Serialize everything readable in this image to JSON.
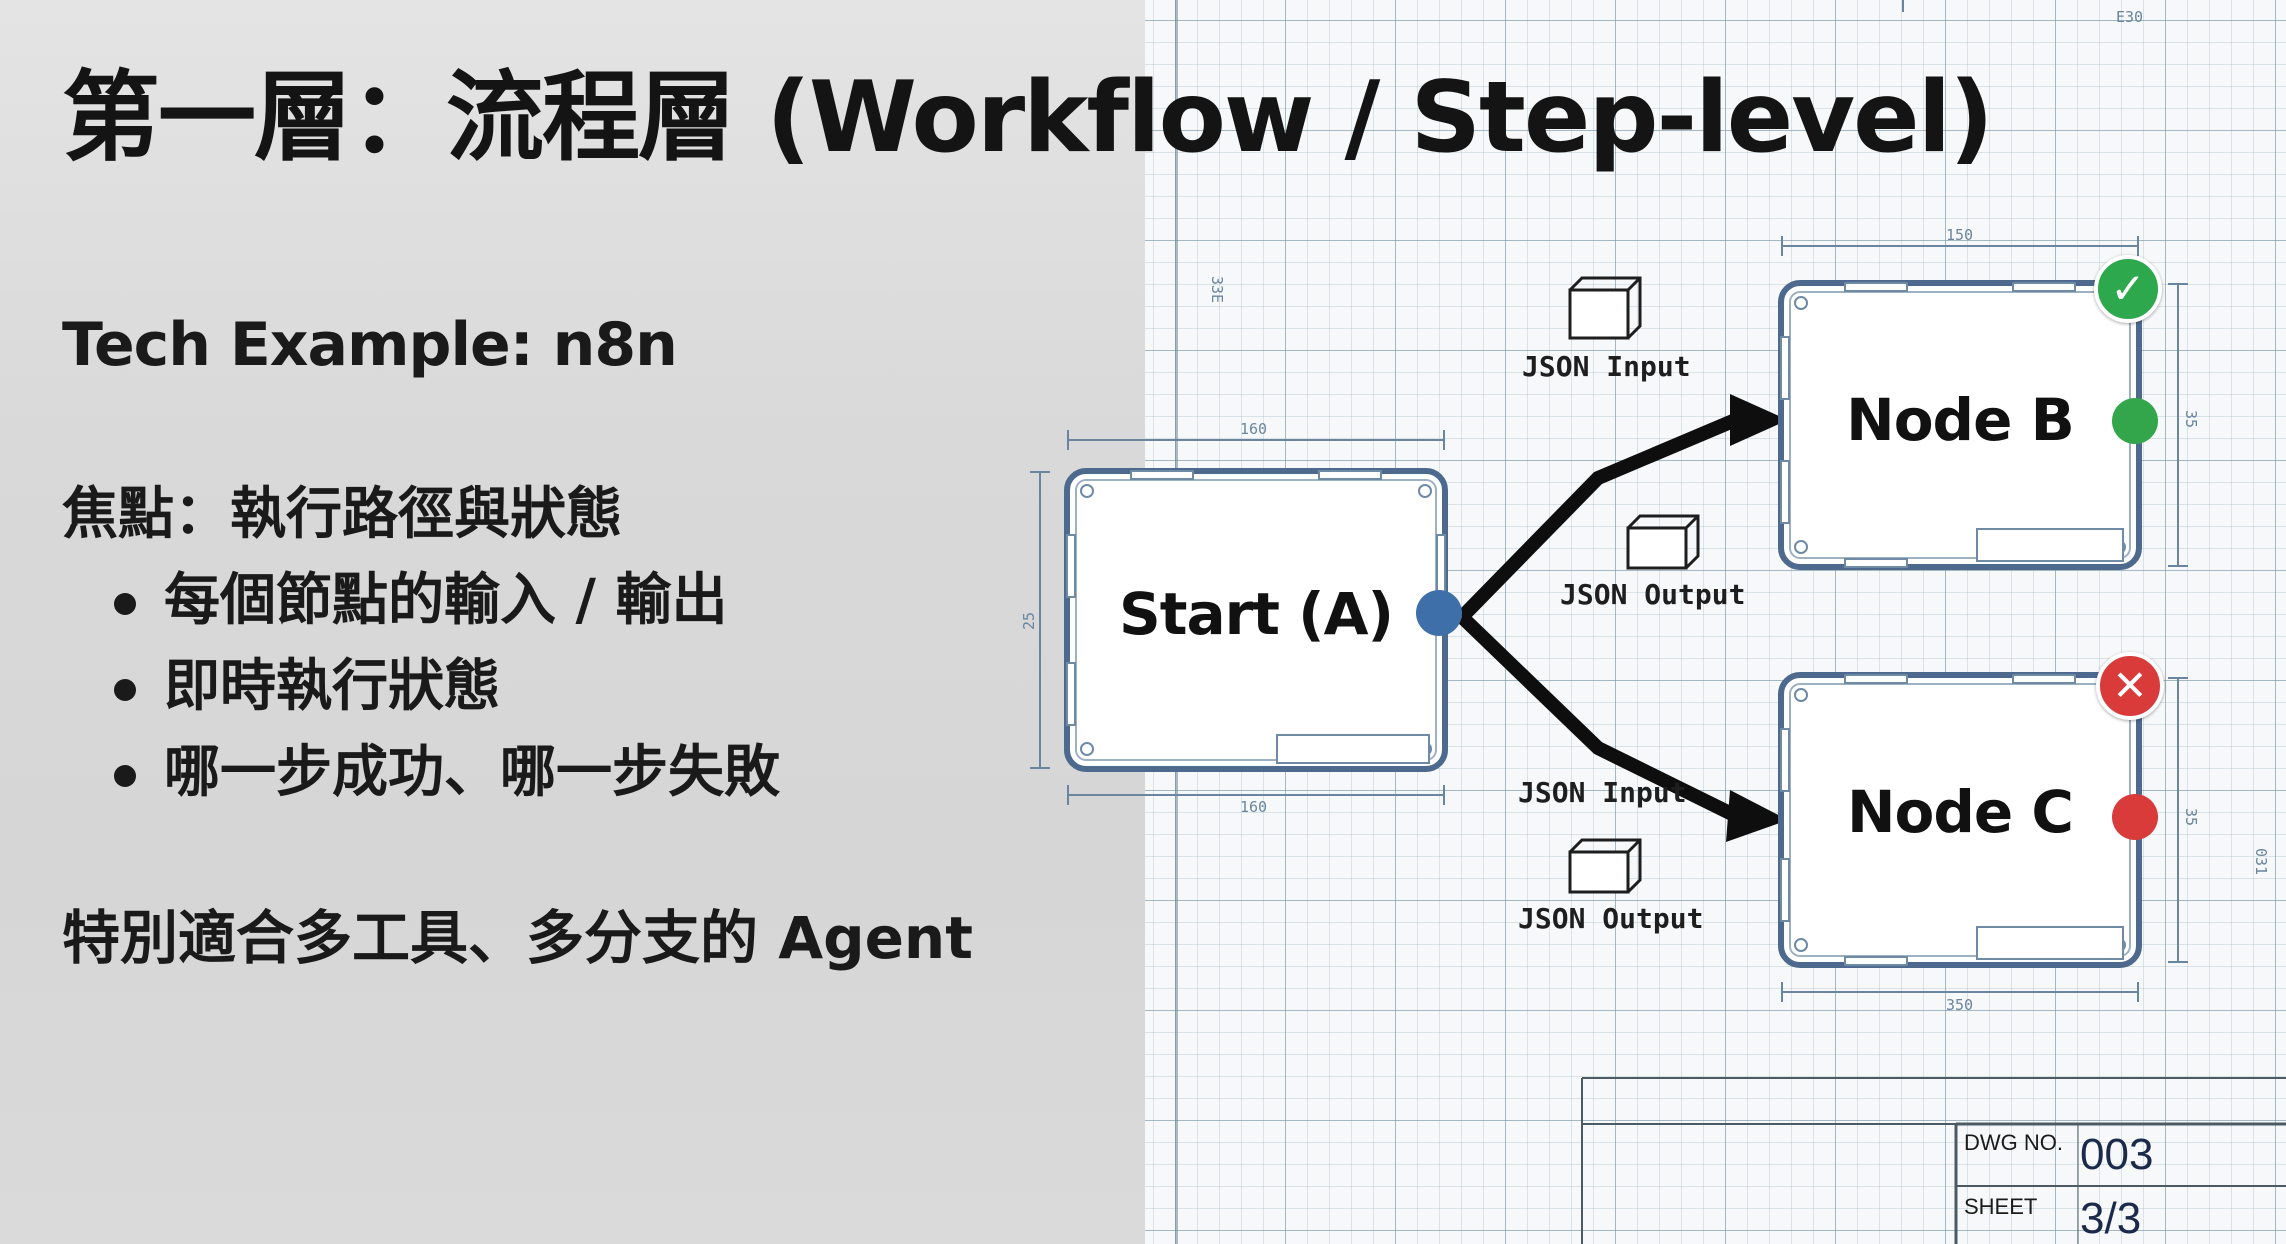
{
  "slide": {
    "title": "第一層：流程層 (Workflow / Step-level)",
    "tech_example": "Tech Example: n8n",
    "focus": "焦點：執行路徑與狀態",
    "bullets": [
      "每個節點的輸入 / 輸出",
      "即時執行狀態",
      "哪一步成功、哪一步失敗"
    ],
    "summary": "特別適合多工具、多分支的 Agent"
  },
  "diagram": {
    "nodes": {
      "start": {
        "label": "Start (A)",
        "port_color": "#3f6fa8"
      },
      "b": {
        "label": "Node B",
        "status": "success",
        "status_glyph": "✓",
        "status_color": "#2ea84d",
        "port_color": "#33a54a"
      },
      "c": {
        "label": "Node C",
        "status": "failure",
        "status_glyph": "✕",
        "status_color": "#d93a3a",
        "port_color": "#d93a3a"
      }
    },
    "io_labels": {
      "b_input": "JSON Input",
      "b_output": "JSON Output",
      "c_input": "JSON Input",
      "c_output": "JSON Output"
    },
    "dimensions": {
      "start_top": "160",
      "start_bottom": "160",
      "start_left": "25",
      "b_top": "150",
      "b_right": "35",
      "c_right": "35",
      "c_bottom": "350",
      "top_right_corner": "E30",
      "left_edge_mark": "33E",
      "right_edge_mark": "031"
    },
    "title_block": {
      "dwg_label": "DWG NO.",
      "dwg_value": "003",
      "sheet_label": "SHEET",
      "sheet_value": "3/3"
    },
    "colors": {
      "node_border": "#4d6a8e",
      "connector": "#0e0e0e",
      "grid": "#7896a5"
    }
  }
}
